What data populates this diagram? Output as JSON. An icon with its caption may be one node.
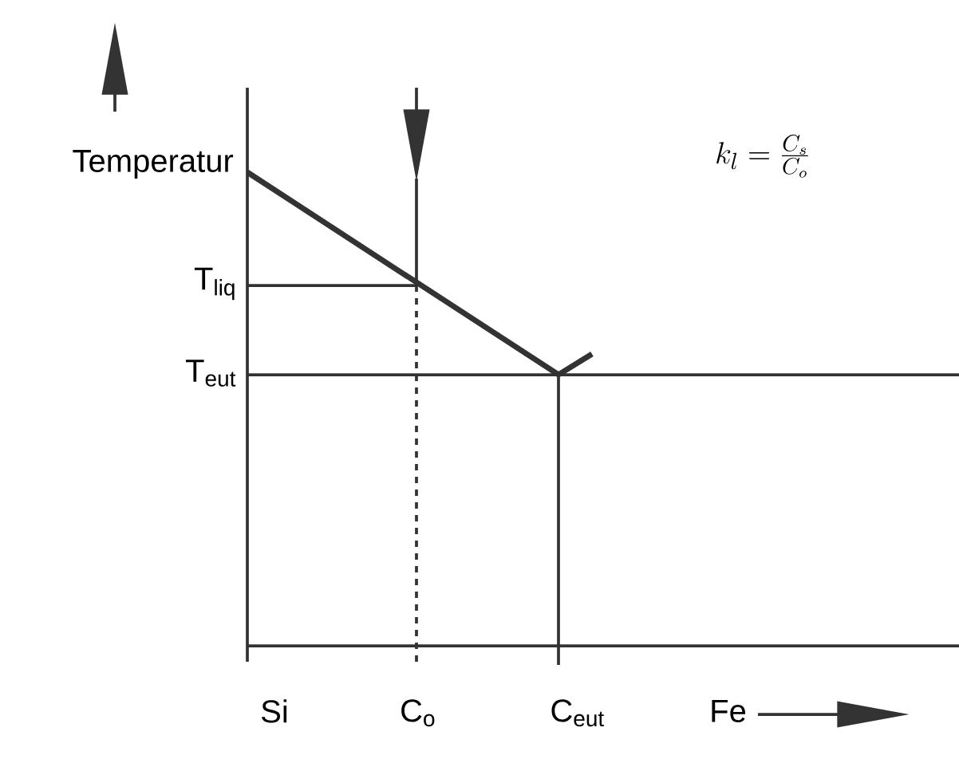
{
  "diagram": {
    "labels": [
      "Temperatur",
      "k_{l} = \\frac{C_{s}}{C_{o}}",
      "T$_{liq}$",
      "T$_{eut}$",
      "Si",
      "C$_{o}$",
      "C$_{eut}$",
      "Fe"
    ]
  }
}
